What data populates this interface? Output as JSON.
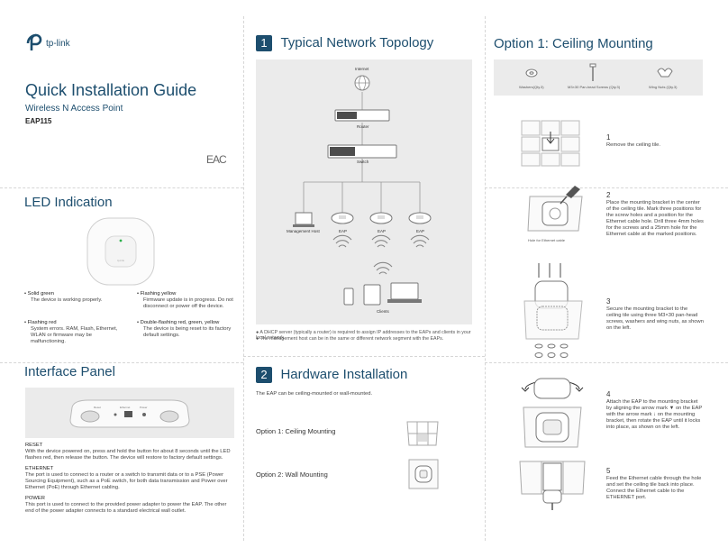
{
  "brand": {
    "logo_text": "tp-link"
  },
  "cover": {
    "title": "Quick Installation Guide",
    "subtitle": "Wireless N Access Point",
    "model": "EAP115",
    "cert_mark": "EAC"
  },
  "led": {
    "heading": "LED  Indication",
    "items": [
      {
        "state": "Solid green",
        "desc": "The device is working properly."
      },
      {
        "state": "Flashing yellow",
        "desc": "Firmware update is in progress. Do not disconnect or power off the device."
      },
      {
        "state": "Flashing red",
        "desc": "System errors. RAM, Flash, Ethernet, WLAN or firmware may be malfunctioning."
      },
      {
        "state": "Double-flashing red, green, yellow",
        "desc": "The device is being reset to its factory default settings."
      }
    ]
  },
  "interface": {
    "heading": "Interface Panel",
    "ports": [
      "Reset",
      "Ethernet",
      "Power"
    ],
    "sections": [
      {
        "title": "RESET",
        "text": "With the device powered on, press and hold the button for about 8 seconds until the LED flashes red, then release the button. The device will restore to factory default settings."
      },
      {
        "title": "ETHERNET",
        "text": "The port is used to connect to a router or a switch to transmit data or to a PSE (Power Sourcing Equipment), such as a PoE switch, for both data transmission and Power over Ethernet (PoE) through Ethernet cabling."
      },
      {
        "title": "POWER",
        "text": "This port is used to connect to the provided power adapter to power the EAP. The other end of the power adapter connects to a standard electrical wall outlet."
      }
    ]
  },
  "topology": {
    "number": "1",
    "heading": "Typical Network Topology",
    "labels": {
      "internet": "Internet",
      "router": "Router",
      "switch": "Switch",
      "host": "Management Host",
      "eap1": "EAP",
      "eap2": "EAP",
      "eap3": "EAP",
      "clients": "Clients"
    },
    "notes": [
      "A DHCP server (typically a router) is required to assign IP addresses to the EAPs and clients in your local network.",
      "The management host can be in the same or different network segment with the EAPs."
    ]
  },
  "hardware": {
    "number": "2",
    "heading": "Hardware Installation",
    "intro": "The EAP can be ceiling-mounted or wall-mounted.",
    "option1": "Option 1: Ceiling Mounting",
    "option2": "Option 2:  Wall Mounting"
  },
  "ceiling": {
    "heading": "Option 1: Ceiling Mounting",
    "kit": [
      {
        "label": "Washers(Qty.3)"
      },
      {
        "label": "M3×30 Pan-head Screws (Qty.3)"
      },
      {
        "label": "Wing Nuts (Qty.3)"
      }
    ],
    "hole_label": "Hole for Ethernet cable",
    "steps": [
      {
        "n": "1",
        "text": "Remove the ceiling tile."
      },
      {
        "n": "2",
        "text": "Place the mounting bracket in the center of the ceiling tile. Mark three positions for the screw holes and a position for the Ethernet cable hole. Drill three 4mm holes for the screws and a 25mm hole for the Ethernet cable at the marked positions."
      },
      {
        "n": "3",
        "text": "Secure the mounting bracket to the ceiling tile using three M3×30 pan-head screws, washers and wing nuts, as shown on the left."
      },
      {
        "n": "4",
        "text": "Attach the EAP to the mounting bracket by aligning the arrow mark ▼ on the EAP with the arrow mark ↓ on the mounting bracket, then rotate the EAP until it locks into place, as shown on the left."
      },
      {
        "n": "5",
        "text": "Feed the Ethernet cable through the hole and set the ceiling tile back into place. Connect the Ethernet cable to the ETHERNET port."
      }
    ]
  },
  "colors": {
    "accent": "#1d4e6e",
    "panel_gray": "#ebebeb",
    "led_green": "#2bb04a"
  }
}
